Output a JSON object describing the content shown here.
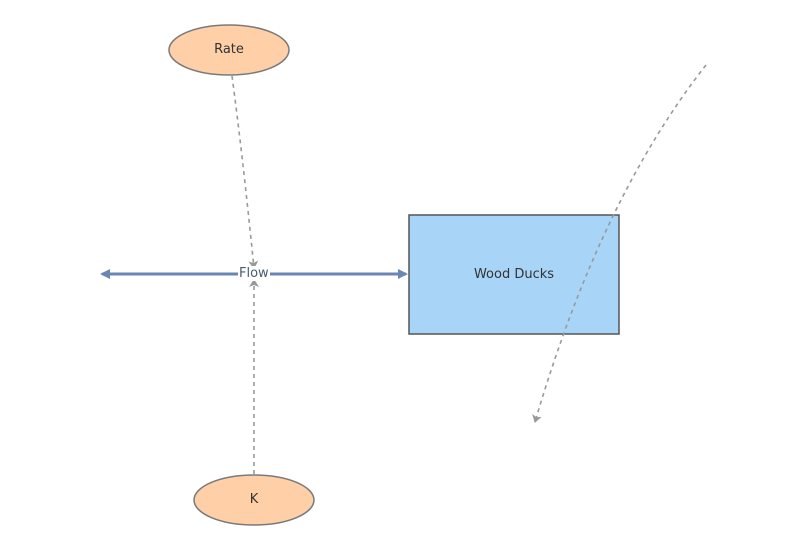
{
  "diagram": {
    "nodes": {
      "rate": {
        "label": "Rate",
        "kind": "variable",
        "fill": "#ffcfa8",
        "stroke": "#7a7a7a"
      },
      "k": {
        "label": "K",
        "kind": "variable",
        "fill": "#ffcfa8",
        "stroke": "#7a7a7a"
      },
      "stock": {
        "label": "Wood Ducks",
        "kind": "stock",
        "fill": "#a8d4f8",
        "stroke": "#555555"
      }
    },
    "flow": {
      "label": "Flow",
      "color": "#6a86b4",
      "bidirectional": true
    },
    "links": {
      "rate_to_flow": {
        "from": "Rate",
        "to": "Flow",
        "color": "#999999",
        "style": "dashed"
      },
      "k_to_flow": {
        "from": "K",
        "to": "Flow",
        "color": "#999999",
        "style": "dashed"
      },
      "loose_link": {
        "color": "#999999",
        "style": "dashed"
      }
    }
  }
}
